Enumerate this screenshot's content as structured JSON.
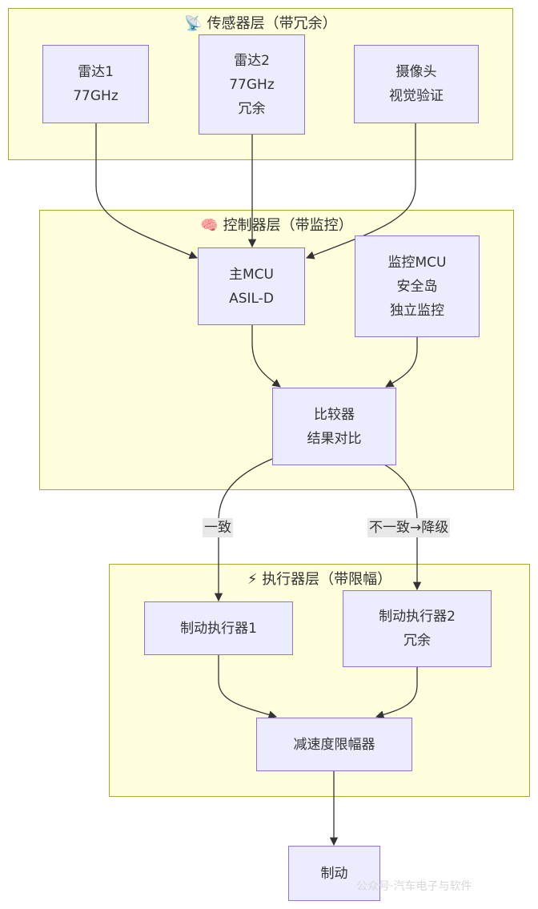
{
  "layers": {
    "sensor": {
      "icon": "📡",
      "title": "传感器层（带冗余）"
    },
    "controller": {
      "icon": "🧠",
      "title": "控制器层（带监控）"
    },
    "actuator": {
      "icon": "⚡",
      "title": "执行器层（带限幅）"
    }
  },
  "nodes": {
    "radar1": [
      "雷达1",
      "77GHz"
    ],
    "radar2": [
      "雷达2",
      "77GHz",
      "冗余"
    ],
    "camera": [
      "摄像头",
      "视觉验证"
    ],
    "main_mcu": [
      "主MCU",
      "ASIL-D"
    ],
    "monitor_mcu": [
      "监控MCU",
      "安全岛",
      "独立监控"
    ],
    "comparator": [
      "比较器",
      "结果对比"
    ],
    "actuator1": [
      "制动执行器1"
    ],
    "actuator2": [
      "制动执行器2",
      "冗余"
    ],
    "limiter": [
      "减速度限幅器"
    ],
    "brake": [
      "制动"
    ]
  },
  "edge_labels": {
    "consistent": "一致",
    "inconsistent": "不一致→降级"
  },
  "colors": {
    "layer_fill": "#ffffde",
    "layer_border": "#aaaa33",
    "node_fill": "#ececff",
    "node_border": "#9370db",
    "edge": "#333333",
    "label_bg": "#e8e8e8"
  },
  "watermark": "公众号·汽车电子与软件"
}
